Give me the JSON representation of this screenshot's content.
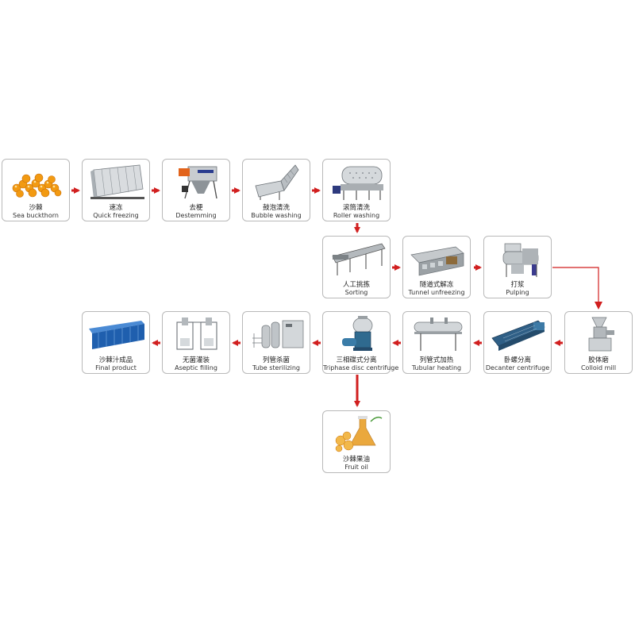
{
  "colors": {
    "arrow": "#d11f1f",
    "border": "#b9b9b9"
  },
  "steps": [
    {
      "id": "sea-buckthorn",
      "cn": "沙棘",
      "en": "Sea buckthorn",
      "icon": "orange-berries"
    },
    {
      "id": "quick-freezing",
      "cn": "速冻",
      "en": "Quick freezing",
      "icon": "freezer-tunnel"
    },
    {
      "id": "destemming",
      "cn": "去梗",
      "en": "Destemming",
      "icon": "destemmer"
    },
    {
      "id": "bubble-washing",
      "cn": "鼓泡清洗",
      "en": "Bubble washing",
      "icon": "bubble-washer"
    },
    {
      "id": "roller-washing",
      "cn": "滚筒清洗",
      "en": "Roller washing",
      "icon": "roller-drum"
    },
    {
      "id": "sorting",
      "cn": "人工挑拣",
      "en": "Sorting",
      "icon": "sorting-conveyor"
    },
    {
      "id": "tunnel-unfreezing",
      "cn": "隧道式解冻",
      "en": "Tunnel unfreezing",
      "icon": "thaw-tunnel"
    },
    {
      "id": "pulping",
      "cn": "打浆",
      "en": "Pulping",
      "icon": "pulper"
    },
    {
      "id": "colloid-mill",
      "cn": "胶体磨",
      "en": "Colloid mill",
      "icon": "colloid-mill"
    },
    {
      "id": "decanter-centrifuge",
      "cn": "卧螺分离",
      "en": "Decanter centrifuge",
      "icon": "decanter"
    },
    {
      "id": "tubular-heating",
      "cn": "列管式加热",
      "en": "Tubular heating",
      "icon": "tube-heater"
    },
    {
      "id": "triphase-disc-centrifuge",
      "cn": "三相碟式分离",
      "en": "Triphase disc centrifuge",
      "icon": "disc-separator"
    },
    {
      "id": "tube-sterilizing",
      "cn": "列管杀菌",
      "en": "Tube sterilizing",
      "icon": "sterilizer"
    },
    {
      "id": "aseptic-filling",
      "cn": "无菌灌装",
      "en": "Aseptic filling",
      "icon": "aseptic-filler"
    },
    {
      "id": "final-product",
      "cn": "沙棘汁成品",
      "en": "Final product",
      "icon": "blue-drums"
    },
    {
      "id": "fruit-oil",
      "cn": "沙棘果油",
      "en": "Fruit oil",
      "icon": "oil-flask"
    }
  ]
}
